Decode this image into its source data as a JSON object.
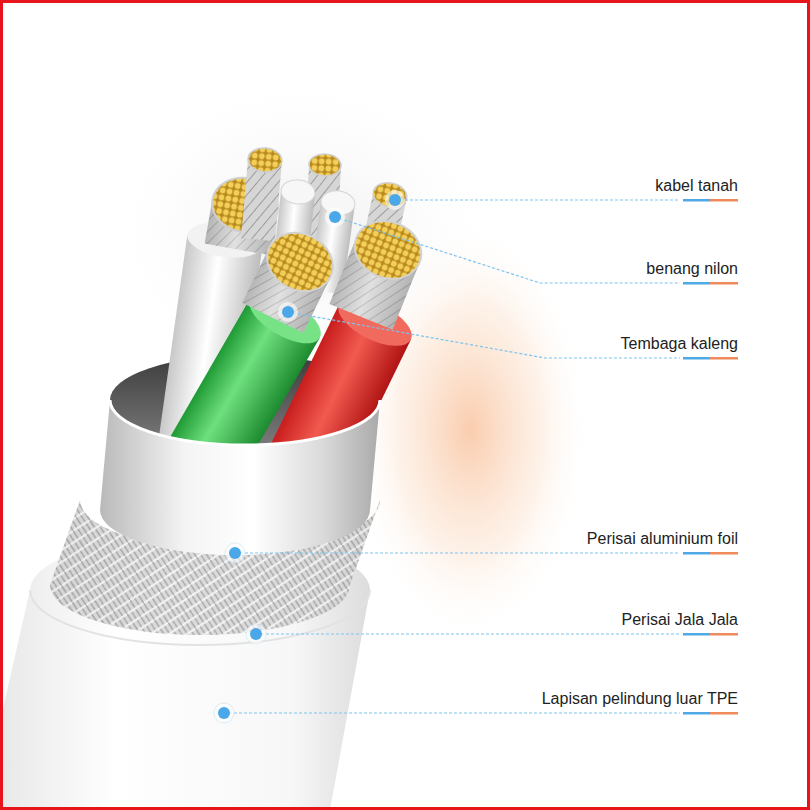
{
  "diagram": {
    "labels": [
      "kabel tanah",
      "benang nilon",
      "Tembaga kaleng",
      "Perisai aluminium foil",
      "Perisai Jala Jala",
      "Lapisan pelindung luar TPE"
    ]
  }
}
